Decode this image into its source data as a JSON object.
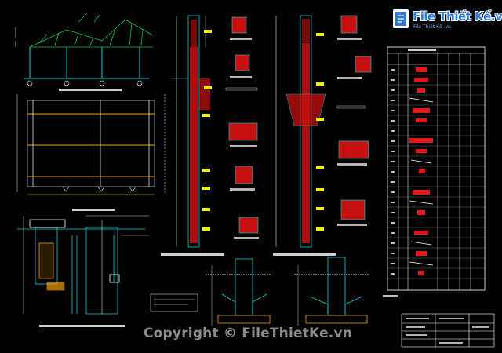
{
  "logo": {
    "name": "File Thiết Kế.vn",
    "tagline": "File Thiết Kế .vn",
    "accent": "#2f7bd6"
  },
  "watermark": {
    "text": "Copyright © FileThietKe.vn"
  },
  "colors": {
    "background": "#000000",
    "structure": "#00d4d4",
    "rebar": "#ff2020",
    "dimension": "#f0f000",
    "text": "#ffffff",
    "roof": "#00cc44"
  }
}
